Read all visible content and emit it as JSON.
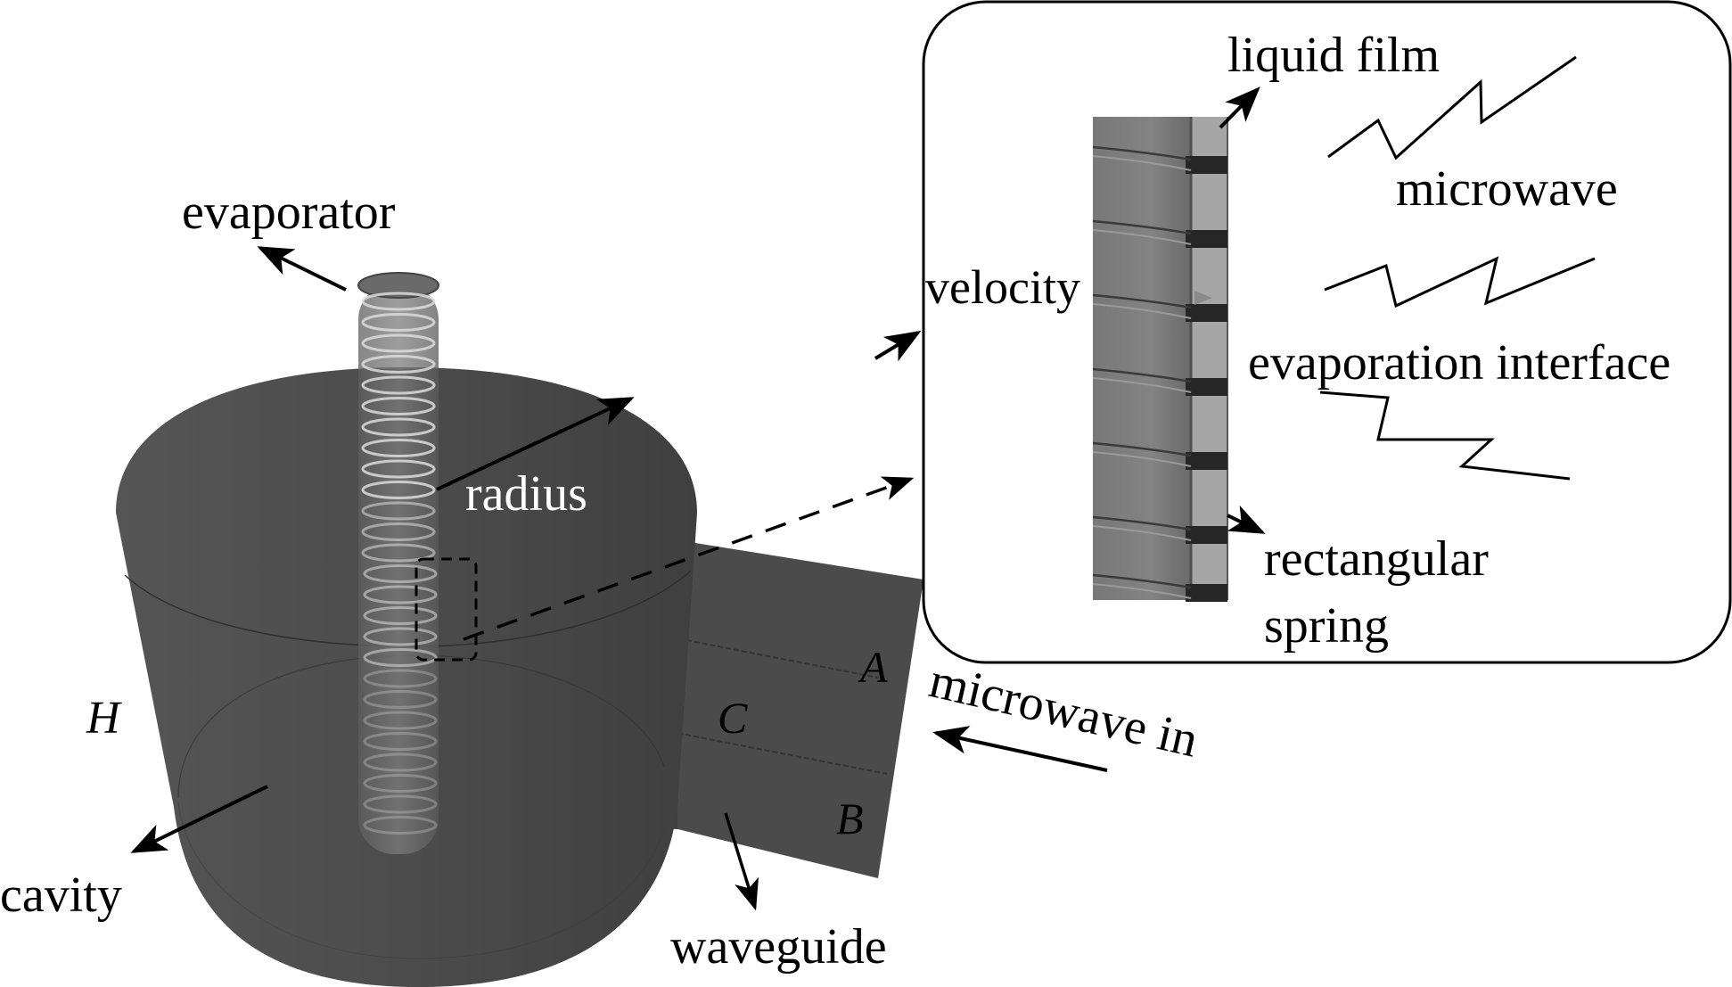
{
  "figure": {
    "labels": {
      "evaporator": "evaporator",
      "radius": "radius",
      "height": "H",
      "cavity": "cavity",
      "waveguide": "waveguide",
      "port_a": "A",
      "port_b": "B",
      "port_c": "C",
      "microwave_in": "microwave in",
      "velocity": "velocity"
    },
    "inset": {
      "liquid_film": "liquid film",
      "microwave": "microwave",
      "evaporation_interface": "evaporation interface",
      "rectangular_spring_line1": "rectangular",
      "rectangular_spring_line2": "spring"
    },
    "colors": {
      "cavity_body": "#4a4a4a",
      "cavity_shadow": "#3e3e3e",
      "tube_body": "#7a7a7a",
      "film": "#a8a8a8",
      "spring_band": "#262626",
      "ink": "#000000"
    }
  }
}
